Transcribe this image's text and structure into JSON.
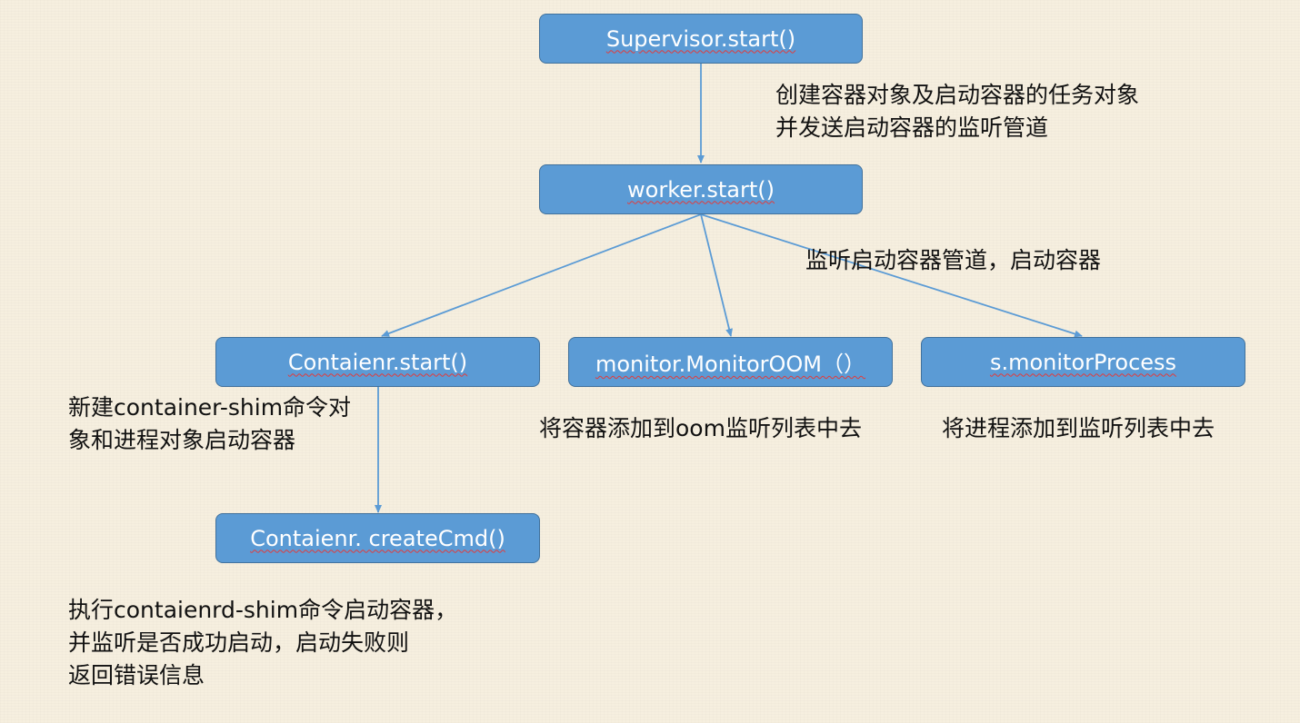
{
  "nodes": {
    "supervisor_start": "Supervisor.start()",
    "worker_start": "worker.start()",
    "container_start": "Contaienr.start()",
    "monitor_oom": "monitor.MonitorOOM（）",
    "monitor_process": "s.monitorProcess",
    "create_cmd": "Contaienr. createCmd()"
  },
  "notes": {
    "supervisor_to_worker": [
      "创建容器对象及启动容器的任务对象",
      "并发送启动容器的监听管道"
    ],
    "worker_fanout": "监听启动容器管道，启动容器",
    "container_start_desc": [
      "新建container-shim命令对",
      "象和进程对象启动容器"
    ],
    "oom_desc": "将容器添加到oom监听列表中去",
    "process_desc": "将进程添加到监听列表中去",
    "create_cmd_desc": [
      "执行contaienrd-shim命令启动容器，",
      "并监听是否成功启动，启动失败则",
      "返回错误信息"
    ]
  },
  "colors": {
    "background": "#f6efdf",
    "node_fill": "#5b9bd5",
    "node_border": "#41719c",
    "edge": "#5b9bd5",
    "spellcheck_underline": "#e23b3b"
  }
}
